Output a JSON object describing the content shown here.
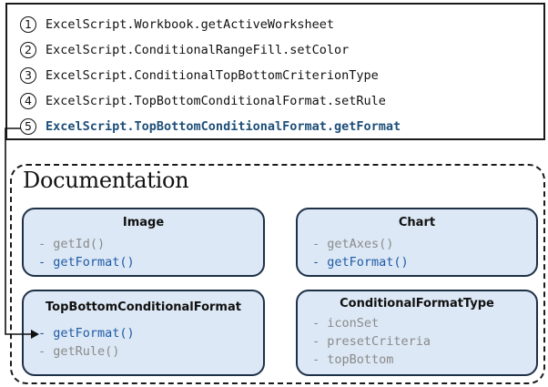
{
  "steps": [
    {
      "num": "1",
      "text": "ExcelScript.Workbook.getActiveWorksheet"
    },
    {
      "num": "2",
      "text": "ExcelScript.ConditionalRangeFill.setColor"
    },
    {
      "num": "3",
      "text": "ExcelScript.ConditionalTopBottomCriterionType"
    },
    {
      "num": "4",
      "text": "ExcelScript.TopBottomConditionalFormat.setRule"
    },
    {
      "num": "5",
      "text": "ExcelScript.TopBottomConditionalFormat.getFormat"
    }
  ],
  "documentation": {
    "title": "Documentation",
    "cards": [
      {
        "title": "Image",
        "members": [
          "- getId()",
          "- getFormat()"
        ]
      },
      {
        "title": "Chart",
        "members": [
          "- getAxes()",
          "- getFormat()"
        ]
      },
      {
        "title": "TopBottomConditionalFormat",
        "members": [
          "- getFormat()",
          "- getRule()"
        ]
      },
      {
        "title": "ConditionalFormatType",
        "members": [
          "- iconSet",
          "- presetCriteria",
          "- topBottom"
        ]
      }
    ]
  },
  "colors": {
    "card_fill": "#dce8f5",
    "card_border": "#1e3047",
    "highlight_step": "#1d4e79",
    "highlight_member": "#1f5aa6",
    "muted_member": "#8a8a8a"
  }
}
